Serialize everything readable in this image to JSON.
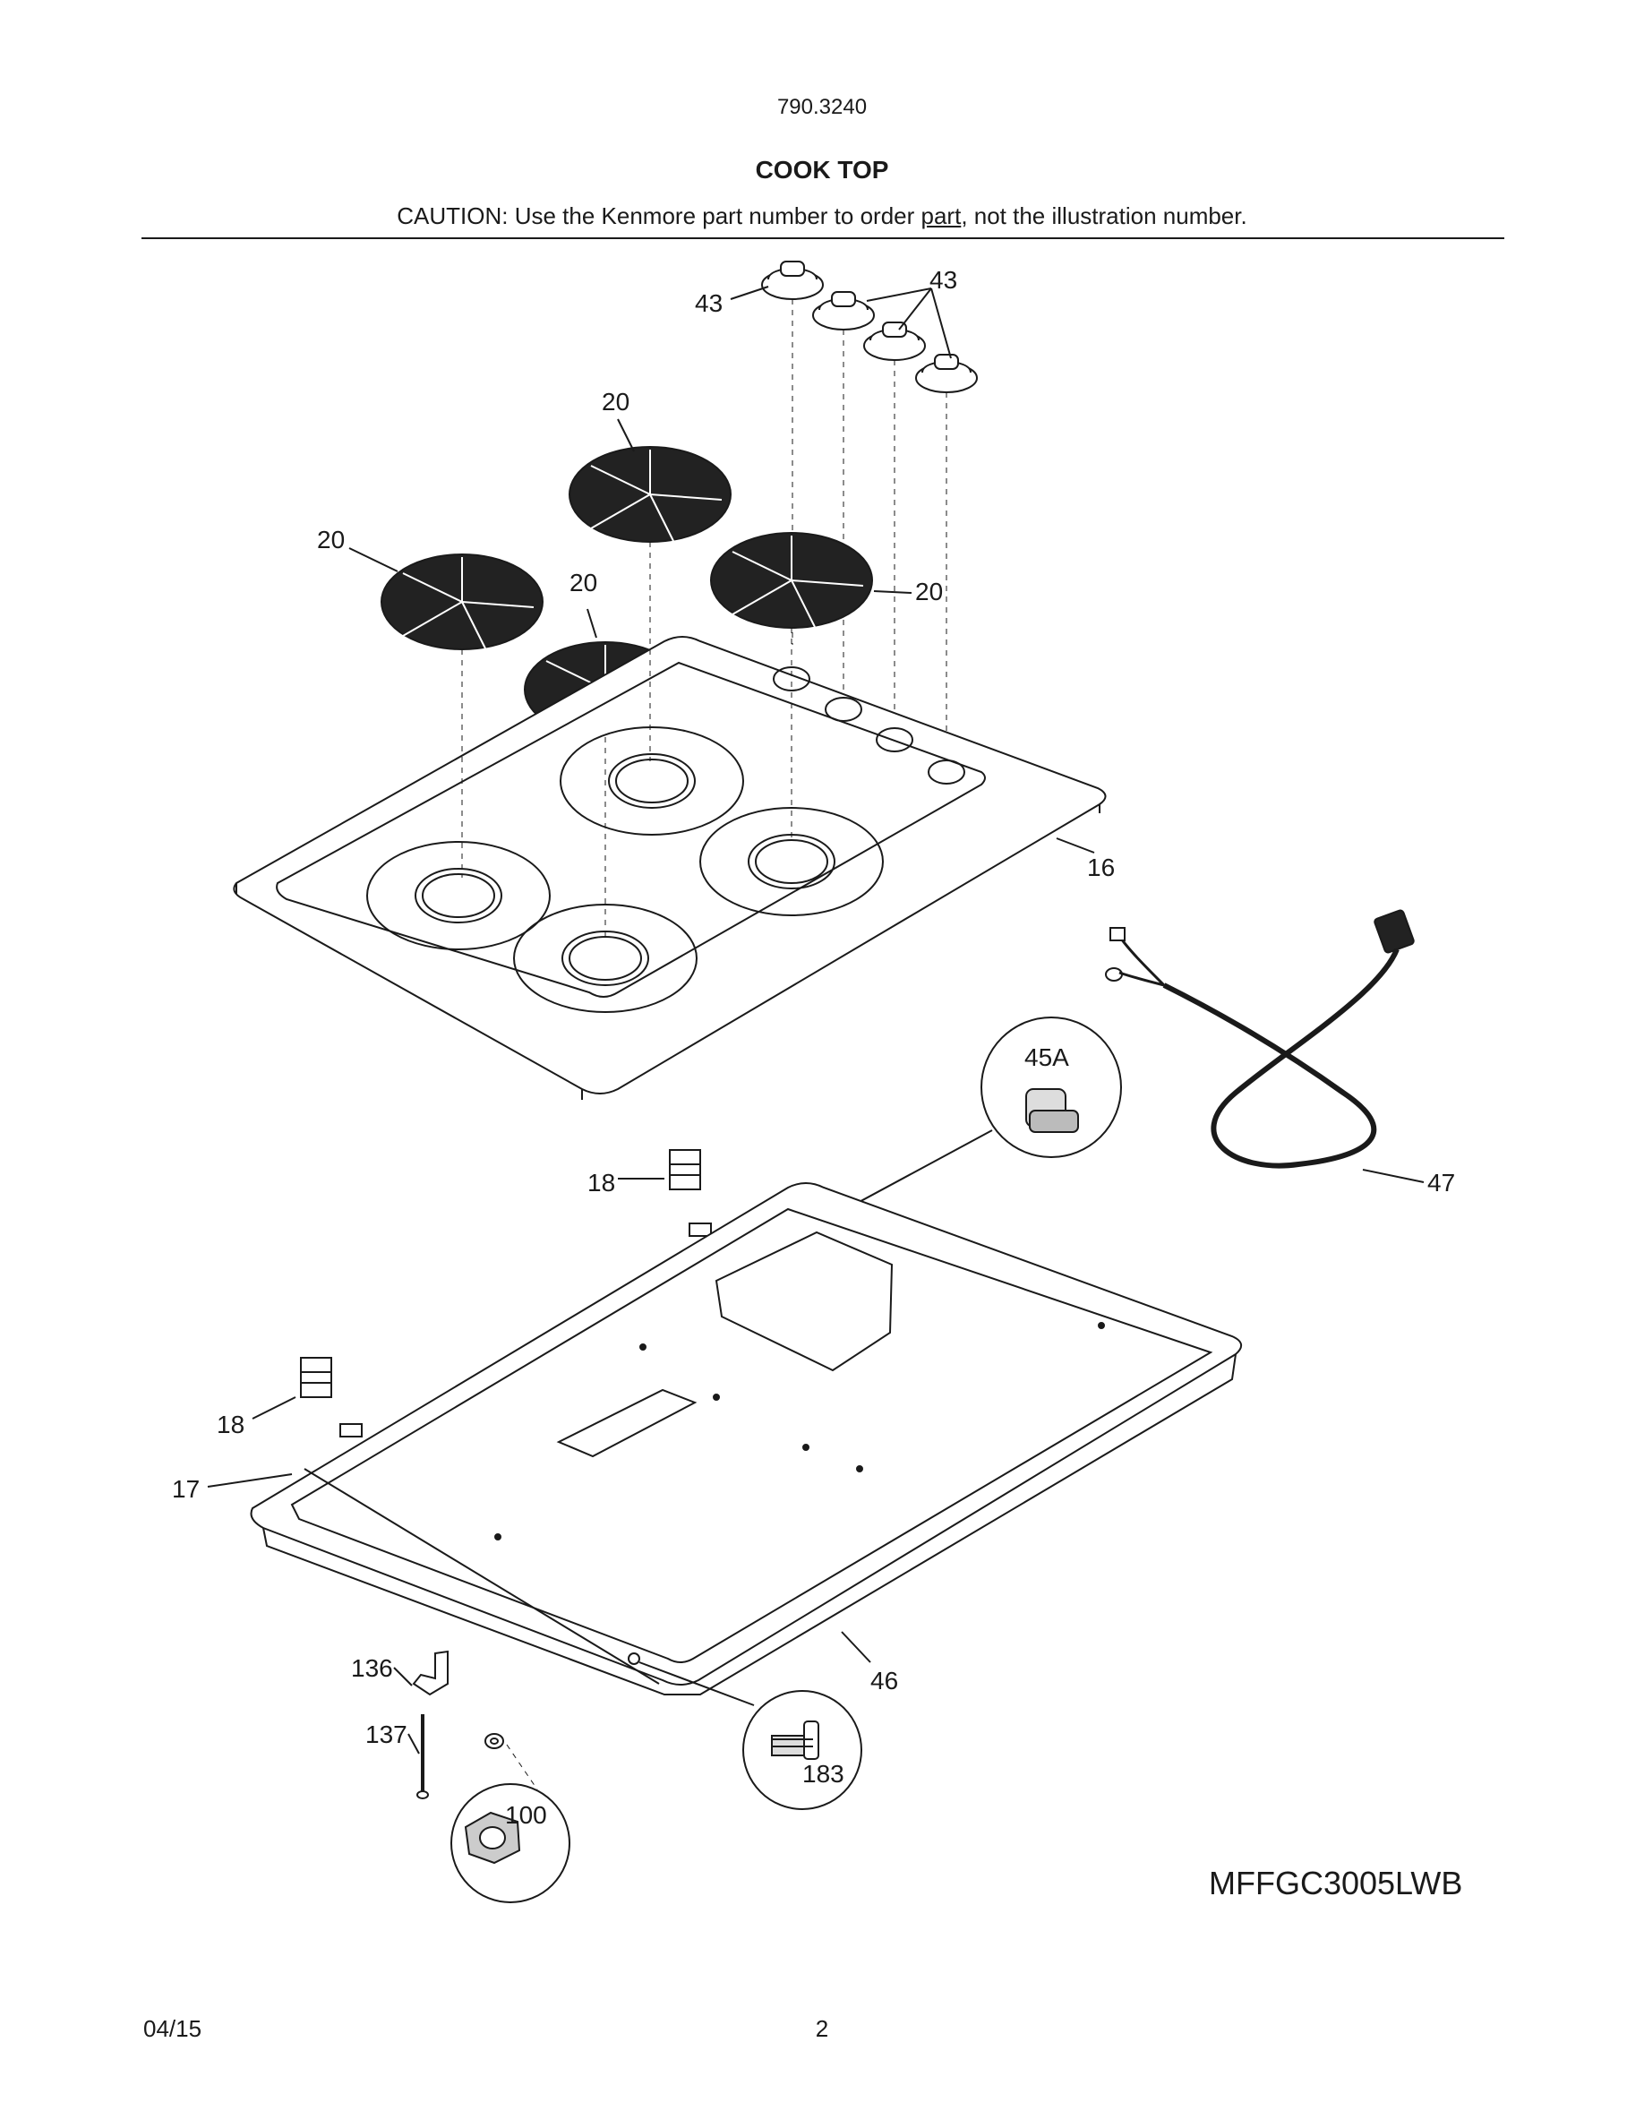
{
  "header": {
    "model_number": "790.3240",
    "title": "COOK TOP",
    "caution_prefix": "CAUTION: Use the Kenmore part number to order ",
    "caution_link": "part",
    "caution_suffix": ", not the illustration number."
  },
  "callouts": {
    "knob_left": "43",
    "knob_right": "43",
    "grate_back": "20",
    "grate_left": "20",
    "grate_front": "20",
    "grate_right": "20",
    "cooktop": "16",
    "cord": "47",
    "switch": "45A",
    "hinge_top": "18",
    "hinge_left": "18",
    "trim": "17",
    "bracket": "136",
    "screw": "137",
    "nut": "100",
    "bolt": "183",
    "base_pan": "46"
  },
  "footer": {
    "model_code": "MFFGC3005LWB",
    "date": "04/15",
    "page_number": "2"
  }
}
